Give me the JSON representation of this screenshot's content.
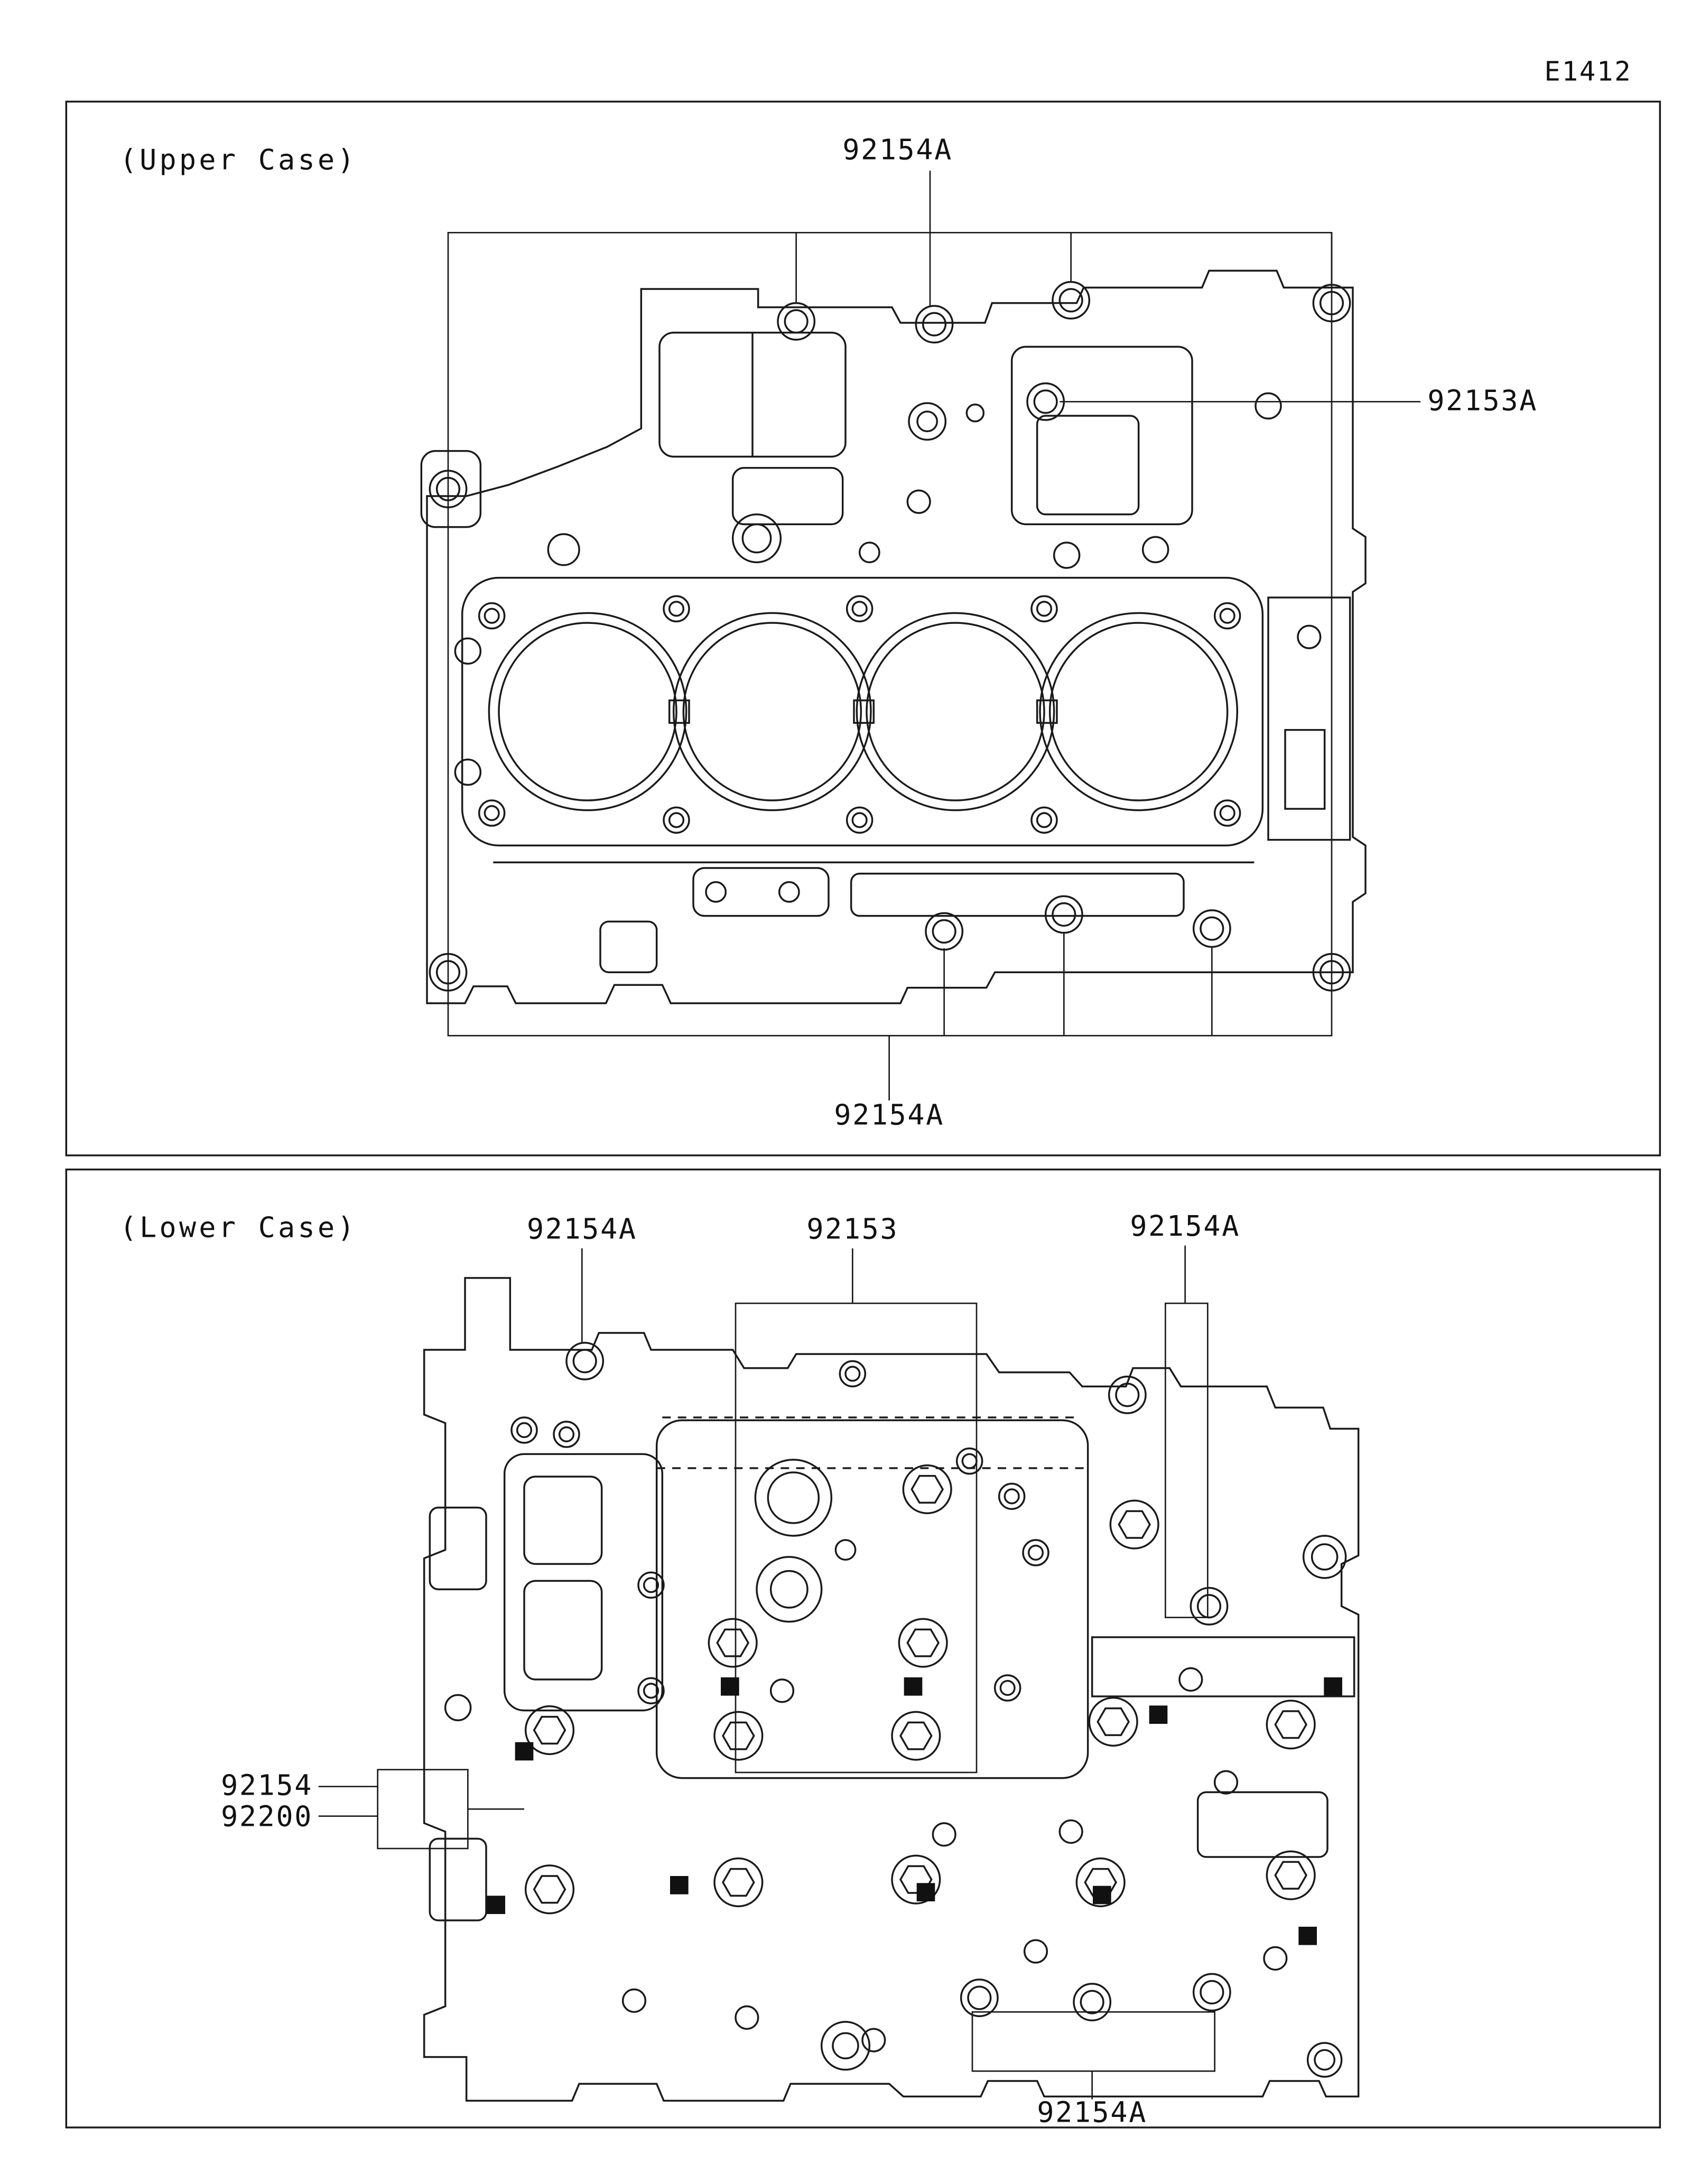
{
  "page_code": "E1412",
  "upper_panel": {
    "title": "(Upper Case)",
    "label_top": "92154A",
    "label_right": "92153A",
    "label_bottom": "92154A"
  },
  "lower_panel": {
    "title": "(Lower Case)",
    "label_top_left": "92154A",
    "label_top_center": "92153",
    "label_top_right": "92154A",
    "label_left_1": "92154",
    "label_left_2": "92200",
    "label_bottom": "92154A"
  }
}
